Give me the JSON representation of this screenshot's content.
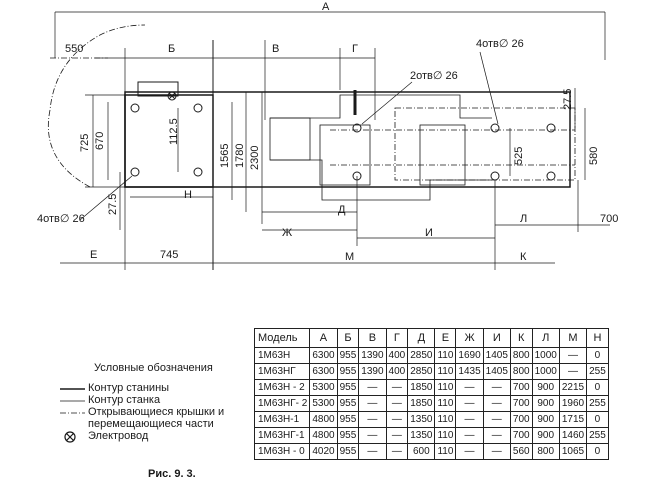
{
  "drawing": {
    "dims": {
      "A": "А",
      "B": "Б",
      "V": "В",
      "G": "Г",
      "D": "Д",
      "ZH": "Ж",
      "I": "И",
      "K": "К",
      "L": "Л",
      "M": "М",
      "N": "Н",
      "E": "Е",
      "d550": "550",
      "d745": "745",
      "d700": "700",
      "d725": "725",
      "d670": "670",
      "d112": "112.5",
      "d1565": "1565",
      "d1780": "1780",
      "d2300": "2300",
      "d27a": "27.5",
      "d27b": "27.5",
      "d525": "525",
      "d580": "580",
      "holes_left": "4отв∅ 26",
      "holes_mid": "2отв∅ 26",
      "holes_right": "4отв∅ 26"
    }
  },
  "legend": {
    "title": "Условные обозначения",
    "items": [
      "Контур станины",
      "Контур станка",
      "Открывающиеся крышки и",
      "перемещающиеся части",
      "Электровод"
    ]
  },
  "caption": "Рис. 9. 3.",
  "table": {
    "headers": [
      "Модель",
      "А",
      "Б",
      "В",
      "Г",
      "Д",
      "Е",
      "Ж",
      "И",
      "К",
      "Л",
      "М",
      "Н"
    ],
    "rows": [
      [
        "1М63Н",
        "6300",
        "955",
        "1390",
        "400",
        "2850",
        "110",
        "1690",
        "1405",
        "800",
        "1000",
        "—",
        "0"
      ],
      [
        "1М63НГ",
        "6300",
        "955",
        "1390",
        "400",
        "2850",
        "110",
        "1435",
        "1405",
        "800",
        "1000",
        "—",
        "255"
      ],
      [
        "1М63Н - 2",
        "5300",
        "955",
        "—",
        "—",
        "1850",
        "110",
        "—",
        "—",
        "700",
        "900",
        "2215",
        "0"
      ],
      [
        "1М63НГ- 2",
        "5300",
        "955",
        "—",
        "—",
        "1850",
        "110",
        "—",
        "—",
        "700",
        "900",
        "1960",
        "255"
      ],
      [
        "1М63Н-1",
        "4800",
        "955",
        "—",
        "—",
        "1350",
        "110",
        "—",
        "—",
        "700",
        "900",
        "1715",
        "0"
      ],
      [
        "1М63НГ-1",
        "4800",
        "955",
        "—",
        "—",
        "1350",
        "110",
        "—",
        "—",
        "700",
        "900",
        "1460",
        "255"
      ],
      [
        "1М63Н - 0",
        "4020",
        "955",
        "—",
        "—",
        "600",
        "110",
        "—",
        "—",
        "560",
        "800",
        "1065",
        "0"
      ]
    ]
  }
}
